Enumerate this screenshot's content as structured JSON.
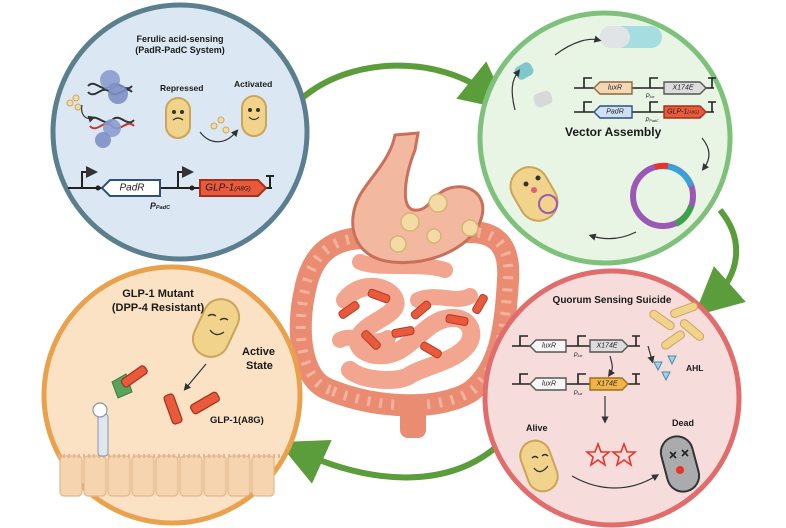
{
  "panels": {
    "top_left": {
      "title": "Ferulic acid-sensing",
      "subtitle": "(PadR-PadC System)",
      "repressed": "Repressed",
      "activated": "Activated",
      "gene_padr": "PadR",
      "gene_glp1": "GLP-1",
      "gene_glp1_sub": "(A8G)",
      "promoter": "P",
      "promoter_sub": "PadC",
      "border_color": "#5b7f8e",
      "fill_color": "#dbe8f4"
    },
    "top_right": {
      "title": "Vector Assembly",
      "gene_luxr": "luxR",
      "gene_x174e": "X174E",
      "gene_padr": "PadR",
      "gene_glp1": "GLP-1",
      "gene_glp1_sub": "(A8G)",
      "promoter_lux": "P",
      "promoter_lux_sub": "lux",
      "promoter_padc": "P",
      "promoter_padc_sub": "PadC",
      "border_color": "#7dc17a",
      "fill_color": "#e8f4e4"
    },
    "bottom_right": {
      "title": "Quorum Sensing Suicide",
      "gene_luxr": "luxR",
      "gene_x174e": "X174E",
      "promoter": "P",
      "promoter_sub": "lux",
      "ahl": "AHL",
      "alive": "Alive",
      "dead": "Dead",
      "border_color": "#e06c6c",
      "fill_color": "#f7dcdc"
    },
    "bottom_left": {
      "title_line1": "GLP-1 Mutant",
      "title_line2": "(DPP-4 Resistant)",
      "state_line1": "Active",
      "state_line2": "State",
      "product": "GLP-1(A8G)",
      "border_color": "#e9a14e",
      "fill_color": "#fbe2c5"
    }
  },
  "colors": {
    "arrow": "#5a9d3a",
    "bacterium": "#f1d38b",
    "peptide": "#e85a3b",
    "gut": "#e98c72",
    "stomach": "#f2b8a0"
  },
  "icons": [
    "dna-icon",
    "repressor-protein-icon",
    "bacterium-icon",
    "capsule-icon",
    "plasmid-icon",
    "peptide-icon",
    "receptor-icon",
    "stomach-icon",
    "intestine-icon",
    "star-icon"
  ]
}
